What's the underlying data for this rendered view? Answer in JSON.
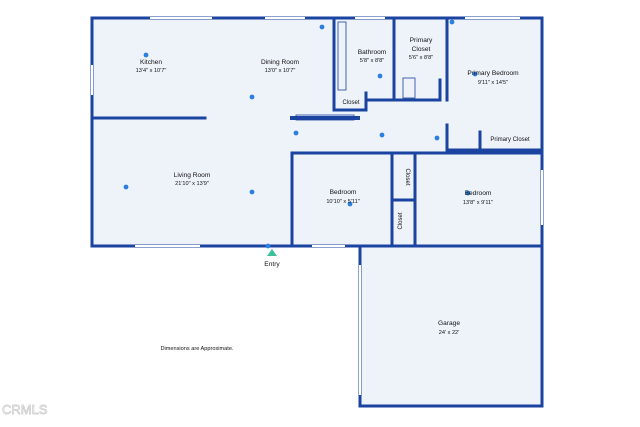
{
  "rooms": {
    "kitchen": {
      "name": "Kitchen",
      "dims": "13'4\" x 10'7\""
    },
    "dining": {
      "name": "Dining Room",
      "dims": "13'0\" x 10'7\""
    },
    "bathroom": {
      "name": "Bathroom",
      "dims": "5'8\" x 8'8\""
    },
    "primary_closet_top": {
      "name_line1": "Primary",
      "name_line2": "Closet",
      "dims": "5'6\" x 8'8\""
    },
    "primary_bedroom": {
      "name": "Primary Bedroom",
      "dims": "9'11\" x 14'5\""
    },
    "closet_hall": {
      "name": "Closet"
    },
    "primary_closet_side": {
      "name": "Primary Closet"
    },
    "living": {
      "name": "Living Room",
      "dims": "21'10\" x 13'9\""
    },
    "bedroom1": {
      "name": "Bedroom",
      "dims": "10'10\" x 5'11\""
    },
    "closet_v1": {
      "name": "Closet"
    },
    "closet_v2": {
      "name": "Closet"
    },
    "bedroom2": {
      "name": "Bedroom",
      "dims": "13'8\" x 9'11\""
    },
    "garage": {
      "name": "Garage",
      "dims": "24' x 22'"
    }
  },
  "entry_label": "Entry",
  "note": "Dimensions are Approximate.",
  "watermark": "CRMLS",
  "colors": {
    "wall": "#1b43a0",
    "floor": "#eef3fa",
    "marker": "#2a7fe0",
    "entry_marker": "#3cc09a",
    "window": "#ffffff"
  }
}
